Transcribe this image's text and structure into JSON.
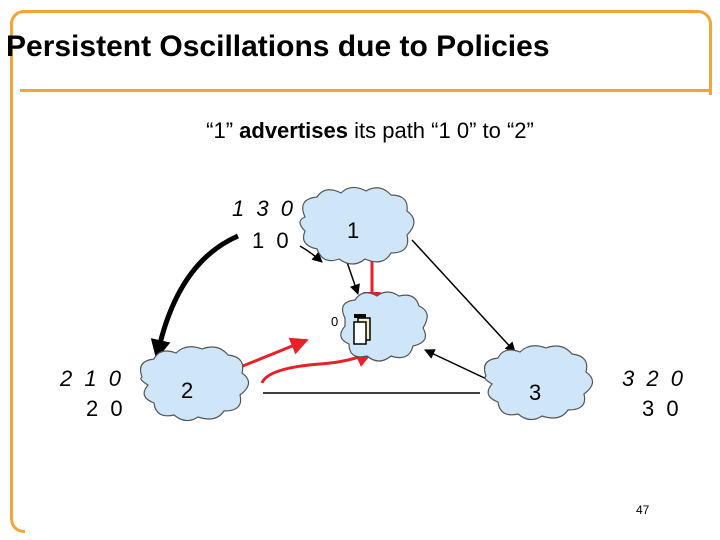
{
  "title": "Persistent Oscillations due to Policies",
  "subtitle": {
    "prefix": "“1” ",
    "bold": "advertises",
    "suffix": " its path “1 0” to “2”"
  },
  "nodes": {
    "node1": "1",
    "node2": "2",
    "node3": "3",
    "node0": "0"
  },
  "path_lists": {
    "node1_pref1": "1 3 0",
    "node1_pref2": "1 0",
    "node2_pref1": "2 1 0",
    "node2_pref2": "2 0",
    "node3_pref1": "3 2 0",
    "node3_pref2": "3 0"
  },
  "colors": {
    "frame": "#f2a63a",
    "highlight_arrow": "#e8202a",
    "cloud_fill": "#cfe6f8"
  },
  "page_number": "47"
}
